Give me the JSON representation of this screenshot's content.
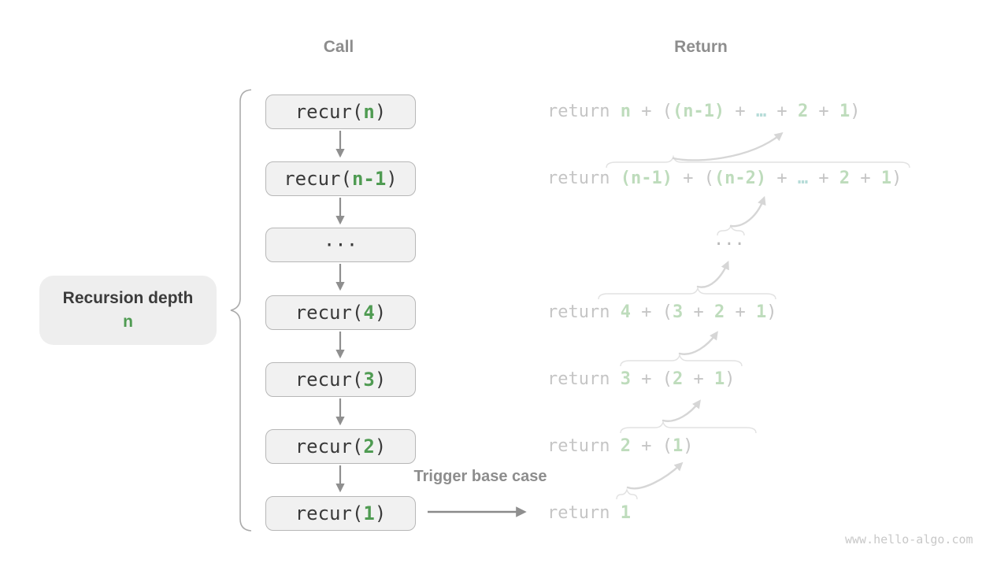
{
  "headers": {
    "call": "Call",
    "return": "Return"
  },
  "recursion_depth": {
    "title": "Recursion depth",
    "value": "n"
  },
  "trigger_label": "Trigger base case",
  "watermark": "www.hello-algo.com",
  "colors": {
    "accent_green": "#4f9b52",
    "light_green": "#bedcbc",
    "light_blue": "#b6dcd8",
    "code_dark": "#3a3a3a",
    "muted_gray": "#8d8d8d",
    "return_gray": "#c5c5c5",
    "arrow_gray": "#8f8f8f",
    "swoosh_gray": "#d6d6d6",
    "box_fill": "#f1f1f1",
    "box_border": "#b7b7b7"
  },
  "call_rows": [
    {
      "segments": [
        {
          "t": "recur(",
          "c": "d"
        },
        {
          "t": "n",
          "c": "n"
        },
        {
          "t": ")",
          "c": "d"
        }
      ]
    },
    {
      "segments": [
        {
          "t": "recur(",
          "c": "d"
        },
        {
          "t": "n-1",
          "c": "n"
        },
        {
          "t": ")",
          "c": "d"
        }
      ]
    },
    {
      "segments": [
        {
          "t": "···",
          "c": "d"
        }
      ]
    },
    {
      "segments": [
        {
          "t": "recur(",
          "c": "d"
        },
        {
          "t": "4",
          "c": "n"
        },
        {
          "t": ")",
          "c": "d"
        }
      ]
    },
    {
      "segments": [
        {
          "t": "recur(",
          "c": "d"
        },
        {
          "t": "3",
          "c": "n"
        },
        {
          "t": ")",
          "c": "d"
        }
      ]
    },
    {
      "segments": [
        {
          "t": "recur(",
          "c": "d"
        },
        {
          "t": "2",
          "c": "n"
        },
        {
          "t": ")",
          "c": "d"
        }
      ]
    },
    {
      "segments": [
        {
          "t": "recur(",
          "c": "d"
        },
        {
          "t": "1",
          "c": "n"
        },
        {
          "t": ")",
          "c": "d"
        }
      ]
    }
  ],
  "return_rows": [
    {
      "segments": [
        {
          "t": "return ",
          "c": "g"
        },
        {
          "t": "n",
          "c": "G"
        },
        {
          "t": " + (",
          "c": "g"
        },
        {
          "t": "(n-1)",
          "c": "G"
        },
        {
          "t": " + ",
          "c": "g"
        },
        {
          "t": "…",
          "c": "B"
        },
        {
          "t": " + ",
          "c": "g"
        },
        {
          "t": "2",
          "c": "G"
        },
        {
          "t": " + ",
          "c": "g"
        },
        {
          "t": "1",
          "c": "G"
        },
        {
          "t": ")",
          "c": "g"
        }
      ]
    },
    {
      "segments": [
        {
          "t": "return ",
          "c": "g"
        },
        {
          "t": "(n-1)",
          "c": "G"
        },
        {
          "t": " + (",
          "c": "g"
        },
        {
          "t": "(n-2)",
          "c": "G"
        },
        {
          "t": " + ",
          "c": "g"
        },
        {
          "t": "…",
          "c": "B"
        },
        {
          "t": " + ",
          "c": "g"
        },
        {
          "t": "2",
          "c": "G"
        },
        {
          "t": " + ",
          "c": "g"
        },
        {
          "t": "1",
          "c": "G"
        },
        {
          "t": ")",
          "c": "g"
        }
      ]
    },
    {
      "segments": [
        {
          "t": "···",
          "c": "g2"
        }
      ]
    },
    {
      "segments": [
        {
          "t": "return ",
          "c": "g"
        },
        {
          "t": "4",
          "c": "G"
        },
        {
          "t": " + (",
          "c": "g"
        },
        {
          "t": "3",
          "c": "G"
        },
        {
          "t": " + ",
          "c": "g"
        },
        {
          "t": "2",
          "c": "G"
        },
        {
          "t": " + ",
          "c": "g"
        },
        {
          "t": "1",
          "c": "G"
        },
        {
          "t": ")",
          "c": "g"
        }
      ]
    },
    {
      "segments": [
        {
          "t": "return ",
          "c": "g"
        },
        {
          "t": "3",
          "c": "G"
        },
        {
          "t": " + (",
          "c": "g"
        },
        {
          "t": "2",
          "c": "G"
        },
        {
          "t": " + ",
          "c": "g"
        },
        {
          "t": "1",
          "c": "G"
        },
        {
          "t": ")",
          "c": "g"
        }
      ]
    },
    {
      "segments": [
        {
          "t": "return ",
          "c": "g"
        },
        {
          "t": "2",
          "c": "G"
        },
        {
          "t": " + (",
          "c": "g"
        },
        {
          "t": "1",
          "c": "G"
        },
        {
          "t": ")",
          "c": "g"
        }
      ]
    },
    {
      "segments": [
        {
          "t": "return ",
          "c": "g"
        },
        {
          "t": "1",
          "c": "G"
        }
      ]
    }
  ]
}
